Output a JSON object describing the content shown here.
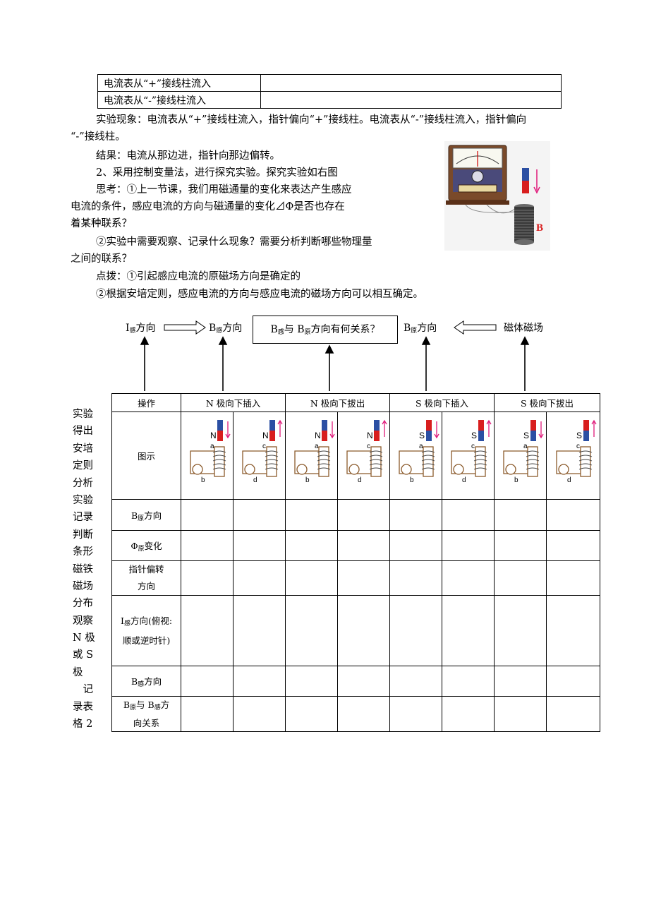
{
  "top_table": {
    "rows": [
      {
        "label": "电流表从“+”接线柱流入",
        "value": ""
      },
      {
        "label": "电流表从“-”接线柱流入",
        "value": ""
      }
    ]
  },
  "text": {
    "phenomenon_1": "实验现象：电流表从“+”接线柱流入，指针偏向“+”接线柱。电流表从“-”接线柱流入，指针偏向",
    "phenomenon_2": "“-”接线柱。",
    "result": "结果：电流从那边进，指针向那边偏转。",
    "step2": "2、采用控制变量法，进行探究实验。探究实验如右图",
    "think_1a": "思考：①上一节课，我们用磁通量的变化来表达产生感应",
    "think_1b": "电流的条件，感应电流的方向与磁通量的变化⊿Φ是否也存在",
    "think_1c": "着某种联系？",
    "think_2a": "②实验中需要观察、记录什么现象？需要分析判断哪些物理量",
    "think_2b": "之间的联系？",
    "hint_1": "点拨：①引起感应电流的原磁场方向是确定的",
    "hint_2": "②根据安培定则，感应电流的方向与感应电流的磁场方向可以相互确定。"
  },
  "figure": {
    "coil_label": "B"
  },
  "flow": {
    "i_gan": "I",
    "i_gan_sub": "感",
    "i_gan_tail": "方向",
    "b_gan": "B",
    "b_gan_sub": "感",
    "b_gan_tail": "方向",
    "box_a": "B",
    "box_a_sub": "感",
    "box_mid": "与 B",
    "box_b_sub": "原",
    "box_tail": "方向有何关系？",
    "b_yuan": "B",
    "b_yuan_sub": "原",
    "b_yuan_tail": "方向",
    "magnet": "磁体磁场"
  },
  "side_text": [
    "实验",
    "得出",
    "安培",
    "定则",
    "分析",
    "实验",
    "记录",
    "判断",
    "条形",
    "磁铁",
    "磁场",
    "分布",
    "观察",
    "N 极",
    "或 S",
    "极",
    "　记",
    "录表",
    "格 2"
  ],
  "main_table": {
    "op_header": "操作",
    "ops": [
      "N 极向下插入",
      "N 极向下拔出",
      "S 极向下插入",
      "S 极向下拔出"
    ],
    "diagram_label": "图示",
    "diagrams": [
      {
        "pole": "N",
        "top": "a",
        "bottom": "b"
      },
      {
        "pole": "N",
        "top": "c",
        "bottom": "d"
      },
      {
        "pole": "N",
        "top": "a",
        "bottom": "b"
      },
      {
        "pole": "N",
        "top": "c",
        "bottom": "d"
      },
      {
        "pole": "S",
        "top": "a",
        "bottom": "b"
      },
      {
        "pole": "S",
        "top": "c",
        "bottom": "d"
      },
      {
        "pole": "S",
        "top": "a",
        "bottom": "b"
      },
      {
        "pole": "S",
        "top": "c",
        "bottom": "d"
      }
    ],
    "rows": [
      {
        "a": "B",
        "sub": "原",
        "b": "方向"
      },
      {
        "a": "Φ",
        "sub": "原",
        "b": "变化"
      },
      {
        "a": "指针偏转",
        "sub": "",
        "b": "方向"
      },
      {
        "a": "I",
        "sub": "感",
        "b": "方向(俯视:",
        "c": "顺或逆时针)"
      },
      {
        "a": "B",
        "sub": "感",
        "b": "方向"
      },
      {
        "a": "B",
        "sub": "原",
        "b": "与 B",
        "sub2": "感",
        "c": "方",
        "d": "向关系"
      }
    ]
  }
}
